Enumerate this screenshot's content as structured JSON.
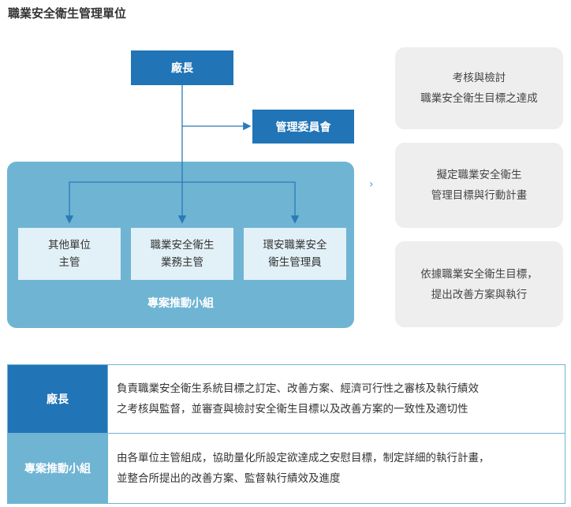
{
  "title": "職業安全衛生管理單位",
  "org_chart": {
    "top": "廠長",
    "committee": "管理委員會",
    "team_label": "專案推動小組",
    "members": [
      {
        "line1": "其他單位",
        "line2": "主管"
      },
      {
        "line1": "職業安全衛生",
        "line2": "業務主管"
      },
      {
        "line1": "環安職業安全",
        "line2": "衛生管理員"
      }
    ]
  },
  "functions": [
    {
      "line1": "考核與檢討",
      "line2": "職業安全衛生目標之達成"
    },
    {
      "line1": "擬定職業安全衛生",
      "line2": "管理目標與行動計畫"
    },
    {
      "line1": "依據職業安全衛生目標，",
      "line2": "提出改善方案與執行"
    }
  ],
  "responsibilities": [
    {
      "role": "廠長",
      "line1": "負責職業安全衛生系統目標之訂定、改善方案、經濟可行性之審核及執行績效",
      "line2": "之考核與監督，並審查與檢討安全衛生目標以及改善方案的一致性及適切性"
    },
    {
      "role": "專案推動小組",
      "line1": "由各單位主管組成，協助量化所設定欲達成之安慰目標，制定詳細的執行計畫，",
      "line2": "並整合所提出的改善方案、監督執行績效及進度"
    }
  ],
  "colors": {
    "primary": "#2174b6",
    "secondary": "#6fb4d3",
    "member_box": "#e2f0f7",
    "function_box": "#eeeeee",
    "connector": "#2a7ab8"
  },
  "icons": {
    "connector_arrow": "chevron-right-icon"
  }
}
